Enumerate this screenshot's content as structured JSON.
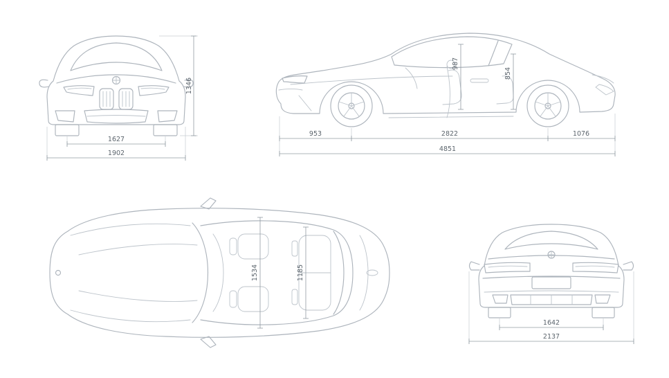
{
  "colors": {
    "background": "#ffffff",
    "car_line": "#adb4bc",
    "dimension_line": "#929ba3",
    "text": "#5b646c"
  },
  "views": {
    "front": {
      "dims": {
        "track_width": "1627",
        "overall_width": "1902",
        "overall_height": "1346"
      }
    },
    "side": {
      "dims": {
        "front_headroom": "987",
        "rear_headroom": "854",
        "front_overhang": "953",
        "wheelbase": "2822",
        "rear_overhang": "1076",
        "overall_length": "4851"
      }
    },
    "top": {
      "dims": {
        "front_interior_width": "1534",
        "rear_interior_width": "1185"
      }
    },
    "rear": {
      "dims": {
        "rear_track_width": "1642",
        "width_with_mirrors": "2137"
      }
    }
  }
}
